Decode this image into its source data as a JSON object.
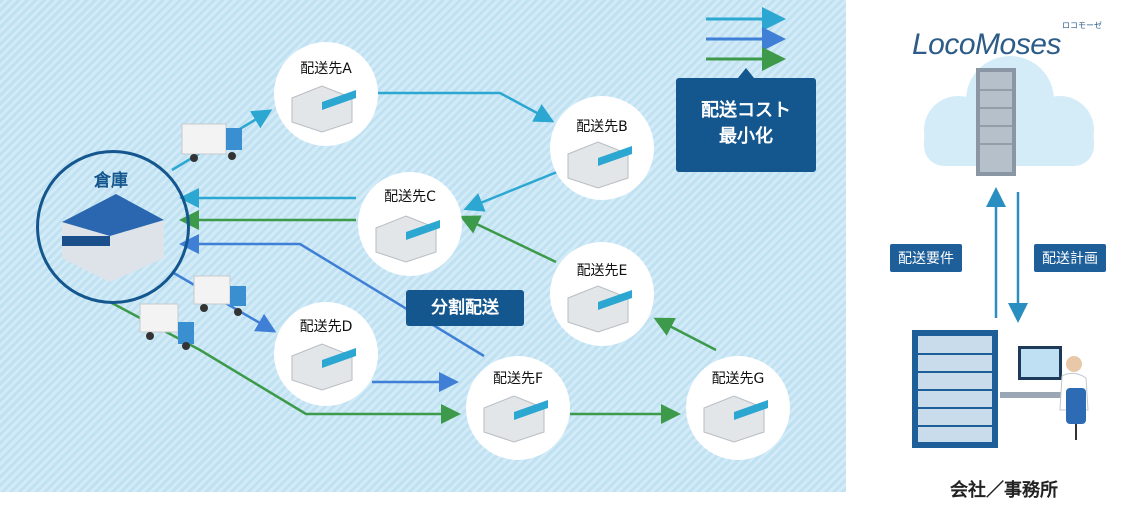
{
  "warehouse": {
    "label": "倉庫"
  },
  "destinations": [
    {
      "id": "A",
      "label": "配送先A"
    },
    {
      "id": "B",
      "label": "配送先B"
    },
    {
      "id": "C",
      "label": "配送先C"
    },
    {
      "id": "D",
      "label": "配送先D"
    },
    {
      "id": "E",
      "label": "配送先E"
    },
    {
      "id": "F",
      "label": "配送先F"
    },
    {
      "id": "G",
      "label": "配送先G"
    }
  ],
  "callouts": {
    "cost_line1": "配送コスト",
    "cost_line2": "最小化",
    "split": "分割配送"
  },
  "system": {
    "logo": "LocoMoses",
    "logo_sub": "ロコモーゼ",
    "requirements": "配送要件",
    "plan": "配送計画",
    "company": "会社／事務所"
  },
  "colors": {
    "route_cyan": "#2ba7d1",
    "route_blue": "#3f7fd6",
    "route_green": "#3d9a4a",
    "badge": "#14568e",
    "panel_bg": "#c9e6f5"
  }
}
